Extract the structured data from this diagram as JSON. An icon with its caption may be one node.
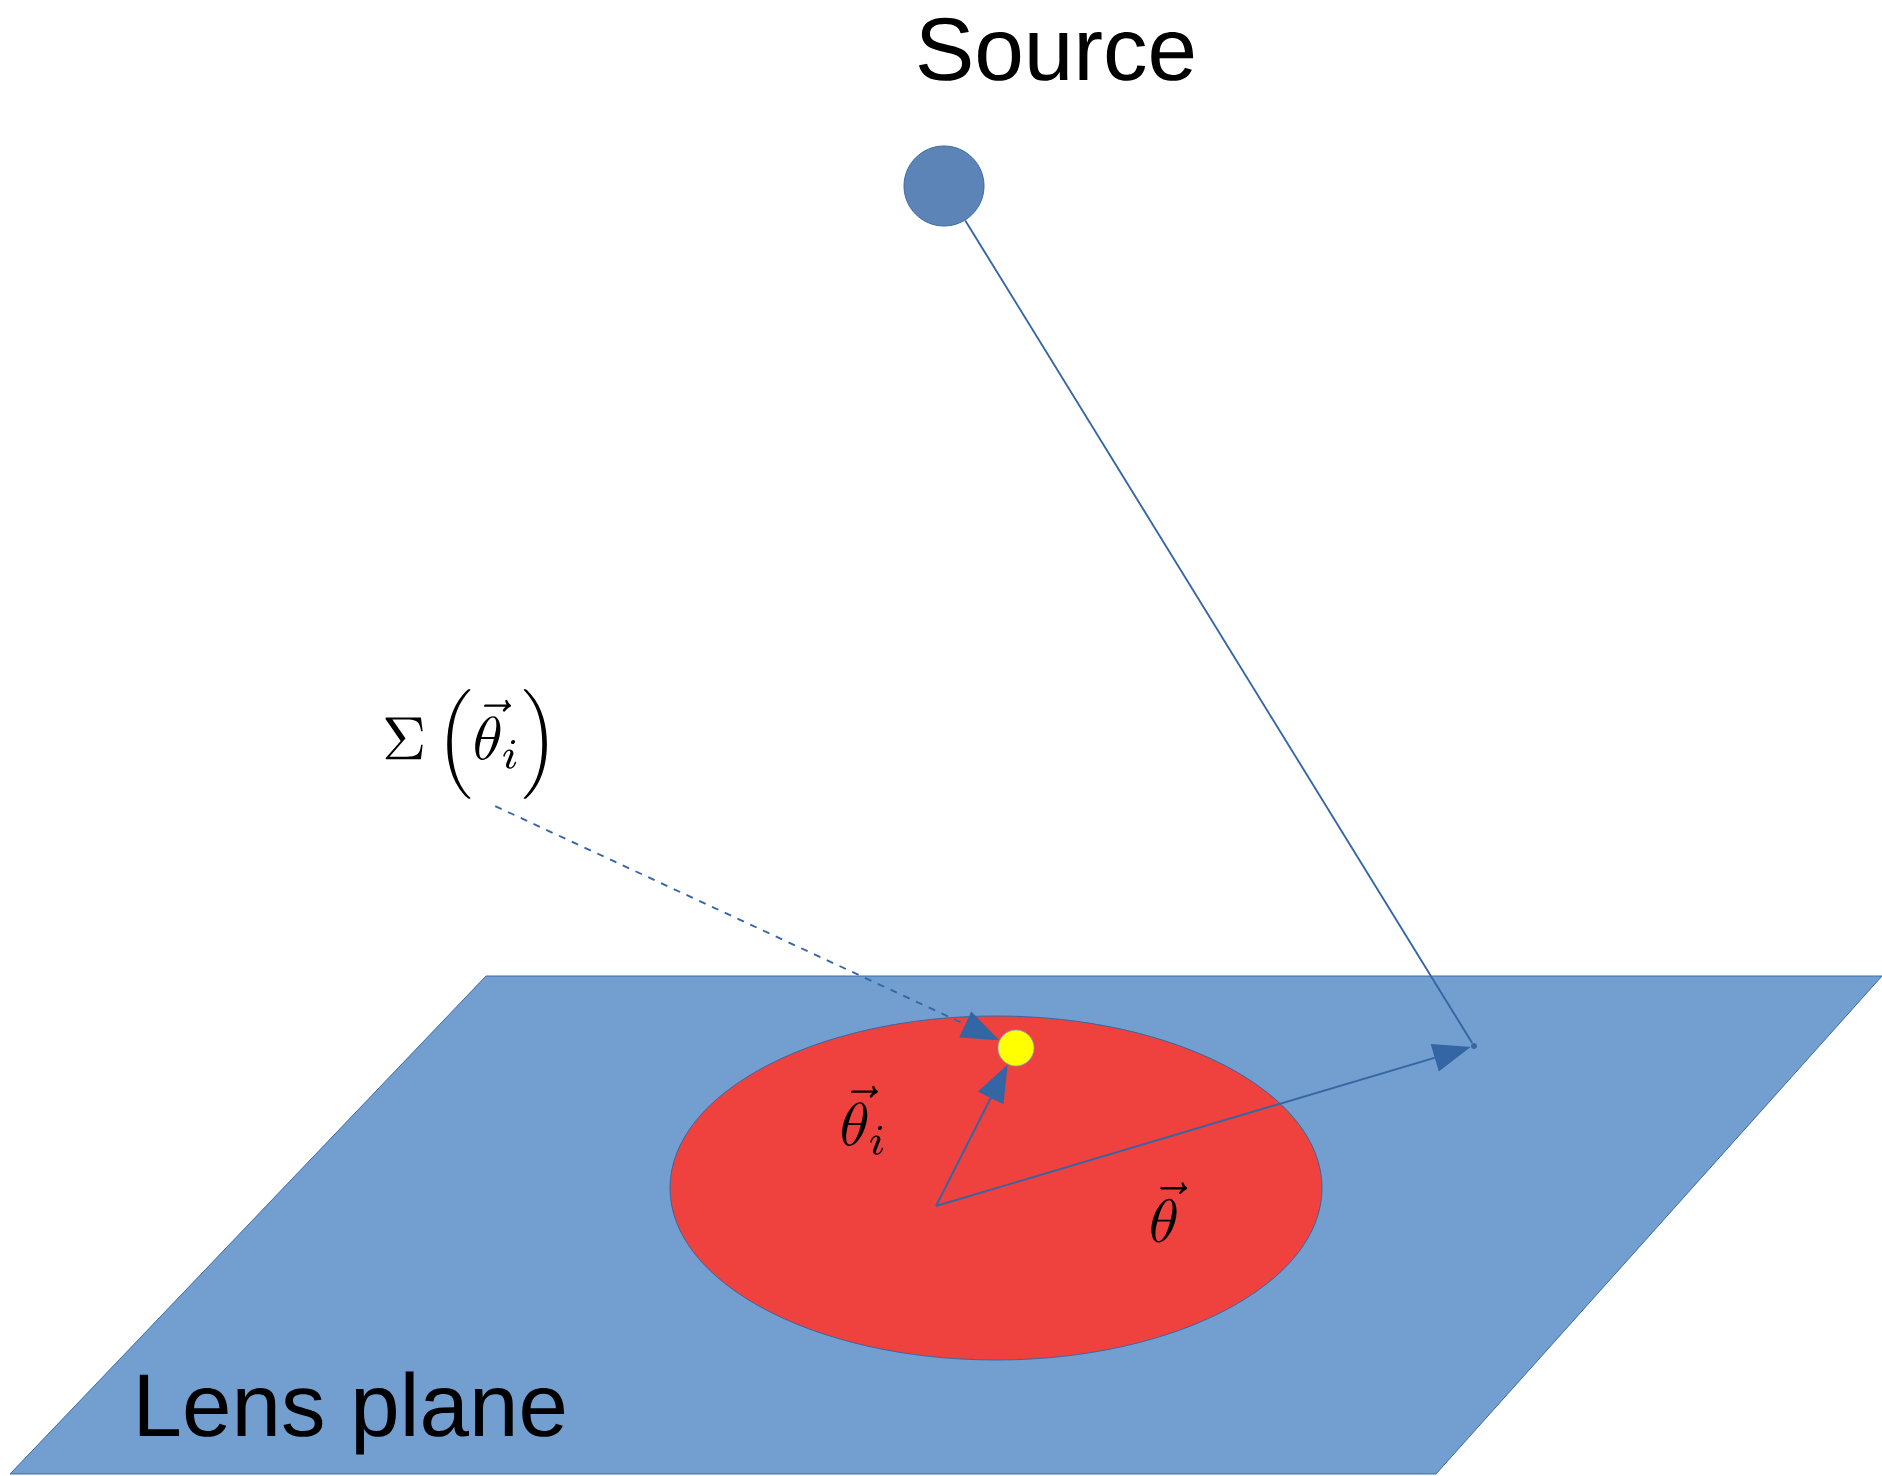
{
  "diagram": {
    "nodes": [
      {
        "text": [
          "Source"
        ]
      },
      {
        "text": [
          "Lens plane"
        ]
      },
      {
        "text": [],
        "shape": "ellipse",
        "in": 1
      },
      {
        "text": [],
        "shape": "circle",
        "in": 2
      },
      {
        "text": [
          "\\Sigma\\left(\\vec{\\theta}_{i}\\right)"
        ]
      },
      {
        "text": [],
        "shape": "dot",
        "in": 1
      }
    ],
    "edges": [
      {
        "from": 0,
        "to": 5,
        "arrow": "none"
      },
      {
        "from": null,
        "to": 3,
        "arrow": "to",
        "label": "\\vec{\\theta}_{i}"
      },
      {
        "from": null,
        "to": 5,
        "arrow": "to",
        "label": "\\vec{\\theta}"
      },
      {
        "from": 4,
        "to": 3,
        "arrow": "to",
        "style": "dashed"
      }
    ]
  }
}
